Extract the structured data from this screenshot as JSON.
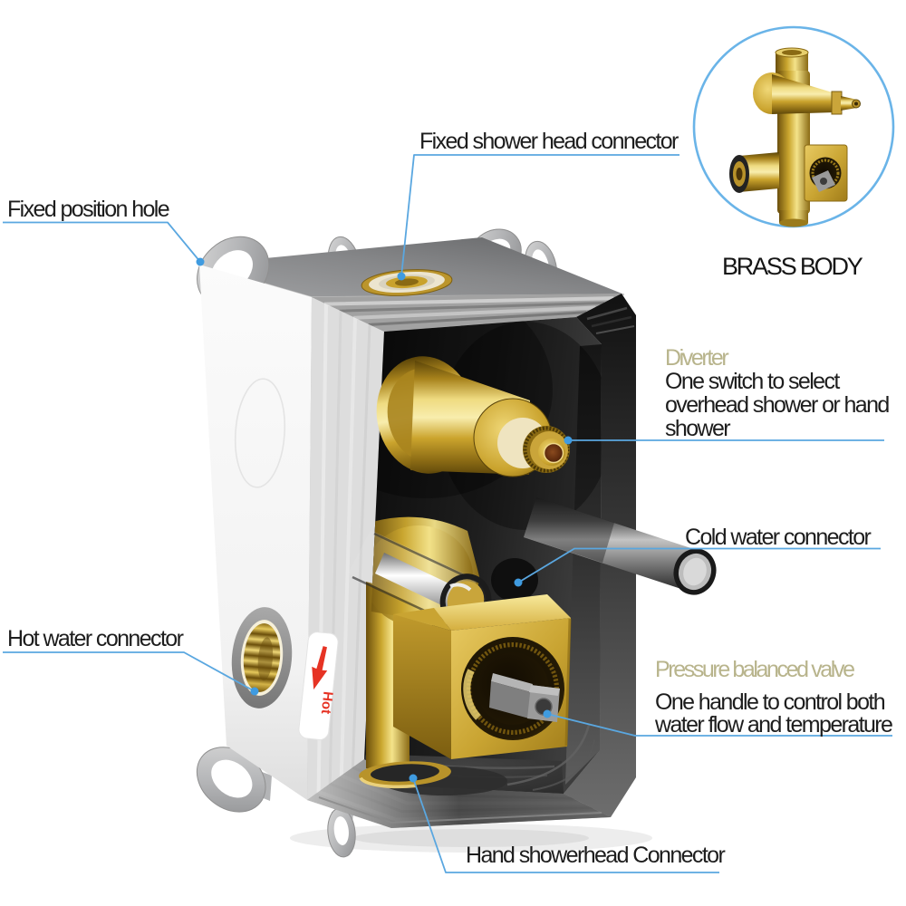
{
  "callouts": {
    "fixed_shower_head": {
      "label": "Fixed shower head connector"
    },
    "fixed_position_hole": {
      "label": "Fixed position hole"
    },
    "diverter": {
      "title": "Diverter",
      "line1": "One switch to select",
      "line2": "overhead shower or hand",
      "line3": "shower"
    },
    "cold_water": {
      "label": "Cold water connector"
    },
    "hot_water": {
      "label": "Hot water connector"
    },
    "pressure_valve": {
      "title": "Pressure balanced valve",
      "line1": "One handle to control both",
      "line2": "water flow and temperature"
    },
    "hand_showerhead": {
      "label": "Hand showerhead Connector"
    }
  },
  "inset": {
    "caption": "BRASS BODY"
  },
  "product": {
    "hot_sticker": "Hot"
  },
  "colors": {
    "leader_line": "#5aa7e0",
    "dot": "#3f9be0",
    "heading_olive": "#b8b48c",
    "label_text": "#1d1d1d",
    "inset_circle_stroke": "#6ab4e8",
    "brass": "#c9a227",
    "box_white": "#f7f7f7",
    "interior_dark": "#242424"
  }
}
